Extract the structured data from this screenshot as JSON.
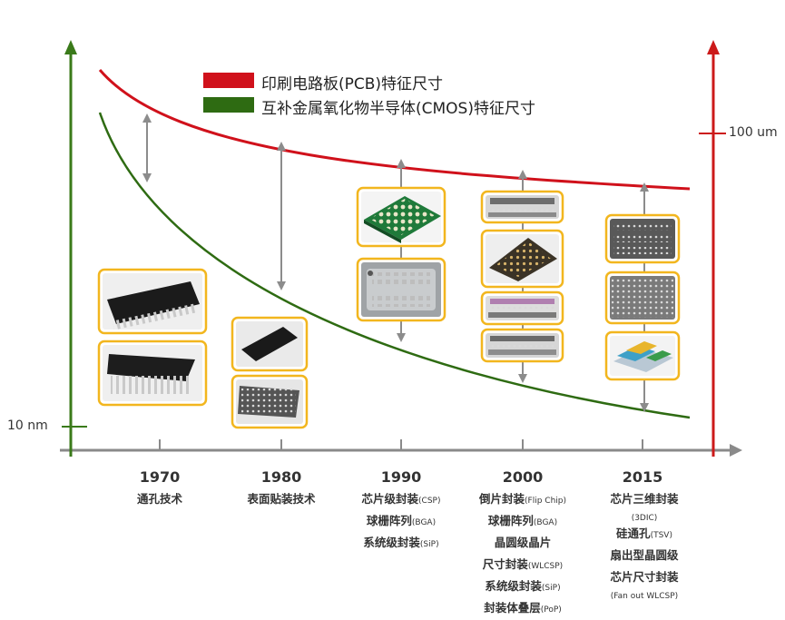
{
  "legend": {
    "pcb": "印刷电路板(PCB)特征尺寸",
    "cmos": "互补金属氧化物半导体(CMOS)特征尺寸",
    "pcb_color": "#d0111b",
    "cmos_color": "#2e6b12"
  },
  "axes": {
    "left_label": "10 nm",
    "right_label": "100 um",
    "left_color": "#3a7a1a",
    "right_color": "#cc1a1a"
  },
  "eras": [
    {
      "year": "1970",
      "lines": [
        {
          "t": "通孔技术",
          "s": ""
        }
      ]
    },
    {
      "year": "1980",
      "lines": [
        {
          "t": "表面贴装技术",
          "s": ""
        }
      ]
    },
    {
      "year": "1990",
      "lines": [
        {
          "t": "芯片级封装",
          "s": "(CSP)"
        },
        {
          "t": "球栅阵列",
          "s": "(BGA)"
        },
        {
          "t": "系统级封装",
          "s": "(SiP)"
        }
      ]
    },
    {
      "year": "2000",
      "lines": [
        {
          "t": "倒片封装",
          "s": "(Flip Chip)"
        },
        {
          "t": "球栅阵列",
          "s": "(BGA)"
        },
        {
          "t": "晶圆级晶片",
          "s": ""
        },
        {
          "t": "尺寸封装",
          "s": "(WLCSP)"
        },
        {
          "t": "系统级封装",
          "s": "(SiP)"
        },
        {
          "t": "封装体叠层",
          "s": "(PoP)"
        }
      ]
    },
    {
      "year": "2015",
      "lines": [
        {
          "t": "芯片三维封装",
          "s": ""
        },
        {
          "t": "",
          "s": "(3DIC)"
        },
        {
          "t": "硅通孔",
          "s": "(TSV)"
        },
        {
          "t": "扇出型晶圆级",
          "s": ""
        },
        {
          "t": "芯片尺寸封装",
          "s": ""
        },
        {
          "t": "",
          "s": "(Fan out WLCSP)"
        }
      ]
    }
  ],
  "frame_color": "#f2b61e"
}
